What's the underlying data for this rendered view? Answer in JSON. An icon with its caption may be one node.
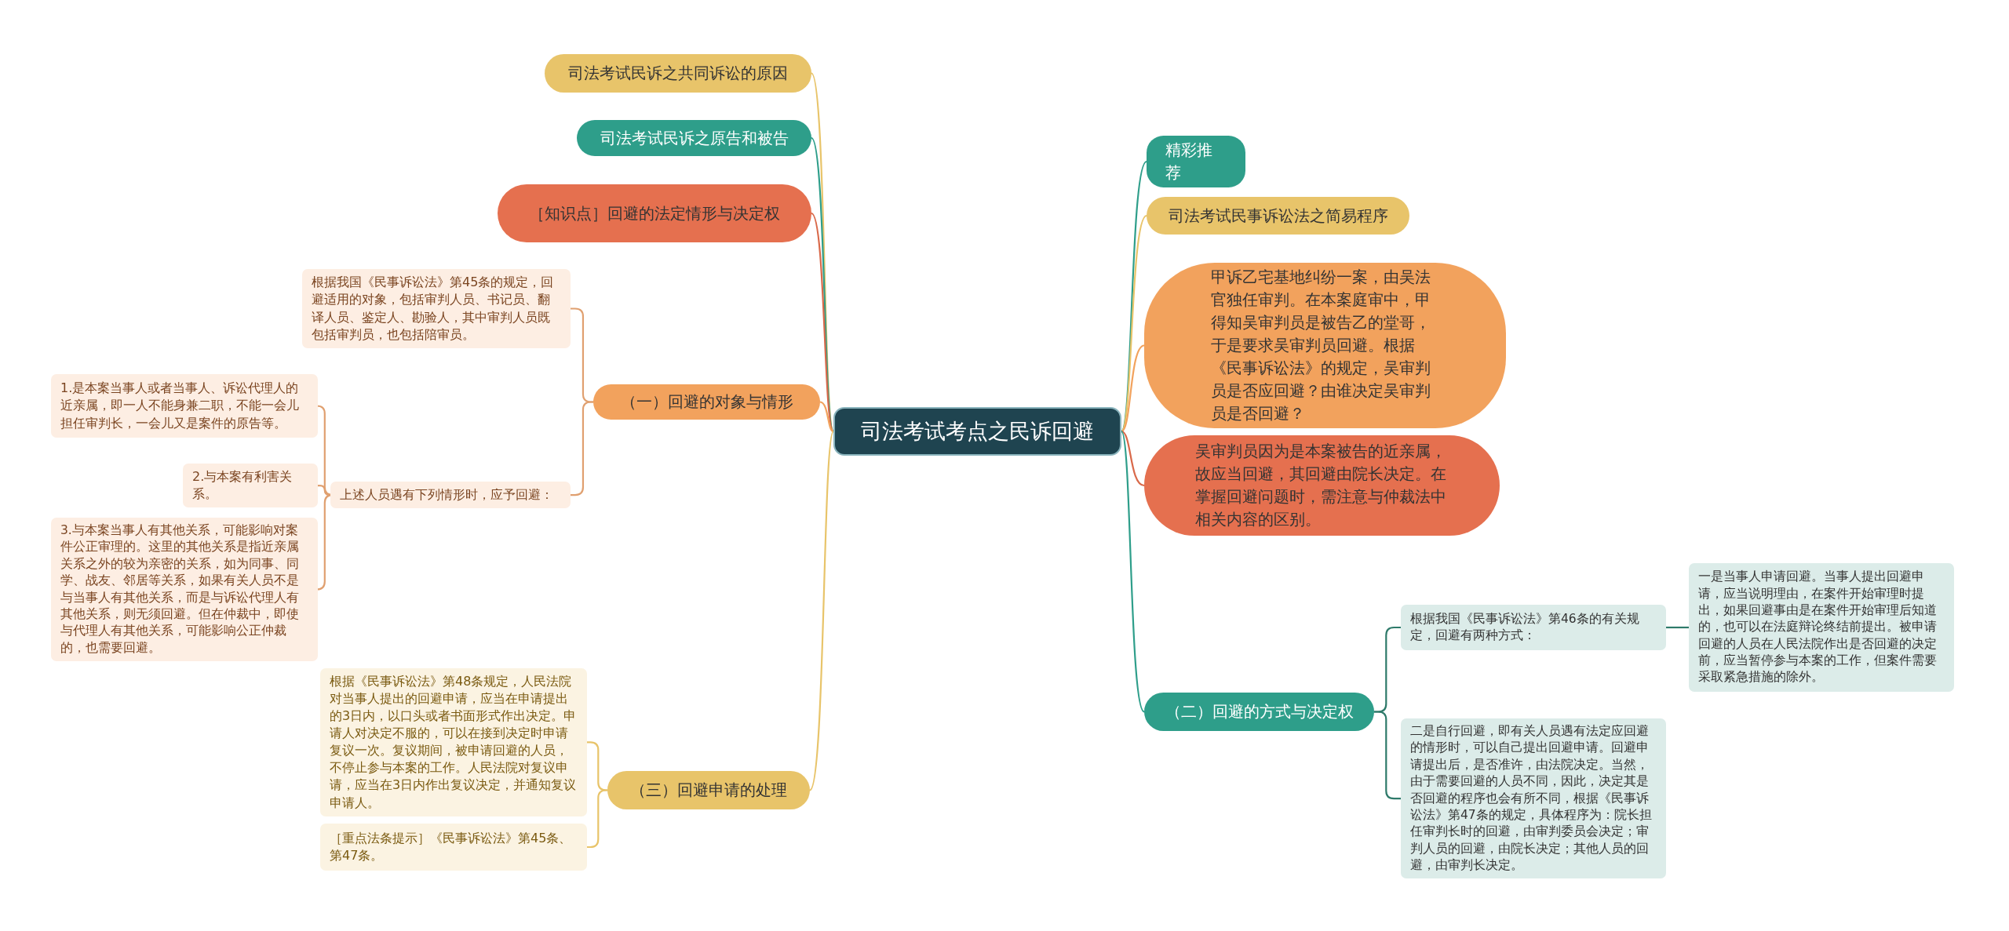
{
  "diagram": {
    "nodes": [
      {
        "text": [
          "司法考试考点之民诉回避"
        ]
      },
      {
        "text": [
          "司法考试民诉之共同诉讼的原因"
        ]
      },
      {
        "text": [
          "司法考试民诉之原告和被告"
        ]
      },
      {
        "text": [
          "［知识点］回避的法定情形与决定权"
        ]
      },
      {
        "text": [
          "（一）回避的对象与情形"
        ]
      },
      {
        "text": [
          "根据我国《民事诉讼法》第45条的规定，回避适用的对象，包括审判人员、书记员、翻译人员、鉴定人、勘验人，其中审判人员既包括审判员，也包括陪审员。"
        ]
      },
      {
        "text": [
          "上述人员遇有下列情形时，应予回避："
        ]
      },
      {
        "text": [
          "1.是本案当事人或者当事人、诉讼代理人的近亲属，即一人不能身兼二职，不能一会儿担任审判长，一会儿又是案件的原告等。"
        ]
      },
      {
        "text": [
          "2.与本案有利害关系。"
        ]
      },
      {
        "text": [
          "3.与本案当事人有其他关系，可能影响对案件公正审理的。这里的其他关系是指近亲属关系之外的较为亲密的关系，如为同事、同学、战友、邻居等关系，如果有关人员不是与当事人有其他关系，而是与诉讼代理人有其他关系，则无须回避。但在仲裁中，即使与代理人有其他关系，可能影响公正仲裁的，也需要回避。"
        ]
      },
      {
        "text": [
          "（三）回避申请的处理"
        ]
      },
      {
        "text": [
          "根据《民事诉讼法》第48条规定，人民法院对当事人提出的回避申请，应当在申请提出的3日内，以口头或者书面形式作出决定。申请人对决定不服的，可以在接到决定时申请复议一次。复议期间，被申请回避的人员，不停止参与本案的工作。人民法院对复议申请，应当在3日内作出复议决定，并通知复议申请人。"
        ]
      },
      {
        "text": [
          "［重点法条提示］《民事诉讼法》第45条、第47条。"
        ]
      },
      {
        "text": [
          "精彩推荐"
        ]
      },
      {
        "text": [
          "司法考试民事诉讼法之简易程序"
        ]
      },
      {
        "text": [
          "甲诉乙宅基地纠纷一案，由吴法官独任审判。在本案庭审中，甲得知吴审判员是被告乙的堂哥，于是要求吴审判员回避。根据《民事诉讼法》的规定，吴审判员是否应回避？由谁决定吴审判员是否回避？"
        ]
      },
      {
        "text": [
          "吴审判员因为是本案被告的近亲属，故应当回避，其回避由院长决定。在掌握回避问题时，需注意与仲裁法中相关内容的区别。"
        ]
      },
      {
        "text": [
          "（二）回避的方式与决定权"
        ]
      },
      {
        "text": [
          "根据我国《民事诉讼法》第46条的有关规定，回避有两种方式："
        ]
      },
      {
        "text": [
          "二是自行回避，即有关人员遇有法定应回避的情形时，可以自己提出回避申请。回避申请提出后，是否准许，由法院决定。当然，由于需要回避的人员不同，因此，决定其是否回避的程序也会有所不同，根据《民事诉讼法》第47条的规定，具体程序为：院长担任审判长时的回避，由审判委员会决定；审判人员的回避，由院长决定；其他人员的回避，由审判长决定。"
        ]
      },
      {
        "text": [
          "一是当事人申请回避。当事人提出回避申请，应当说明理由，在案件开始审理时提出，如果回避事由是在案件开始审理后知道的，也可以在法庭辩论终结前提出。被申请回避的人员在人民法院作出是否回避的决定前，应当暂停参与本案的工作，但案件需要采取紧急措施的除外。"
        ]
      }
    ],
    "edges": [
      {
        "from": 0,
        "to": 1,
        "arrow": "none",
        "color": "#e8c46a"
      },
      {
        "from": 0,
        "to": 2,
        "arrow": "none",
        "color": "#2e9e8a"
      },
      {
        "from": 0,
        "to": 3,
        "arrow": "none",
        "color": "#d9694a"
      },
      {
        "from": 0,
        "to": 4,
        "arrow": "none",
        "color": "#f2a25d"
      },
      {
        "from": 4,
        "to": 5,
        "arrow": "none",
        "color": "#e0a070"
      },
      {
        "from": 4,
        "to": 6,
        "arrow": "none",
        "color": "#e0a070"
      },
      {
        "from": 6,
        "to": 7,
        "arrow": "none",
        "color": "#e0a070"
      },
      {
        "from": 6,
        "to": 8,
        "arrow": "none",
        "color": "#e0a070"
      },
      {
        "from": 6,
        "to": 9,
        "arrow": "none",
        "color": "#e0a070"
      },
      {
        "from": 0,
        "to": 10,
        "arrow": "none",
        "color": "#e8c46a"
      },
      {
        "from": 10,
        "to": 11,
        "arrow": "none",
        "color": "#e8c46a"
      },
      {
        "from": 10,
        "to": 12,
        "arrow": "none",
        "color": "#e8c46a"
      },
      {
        "from": 0,
        "to": 13,
        "arrow": "none",
        "color": "#2e9e8a"
      },
      {
        "from": 0,
        "to": 14,
        "arrow": "none",
        "color": "#e8c46a"
      },
      {
        "from": 0,
        "to": 15,
        "arrow": "none",
        "color": "#f2a25d"
      },
      {
        "from": 0,
        "to": 16,
        "arrow": "none",
        "color": "#d9694a"
      },
      {
        "from": 0,
        "to": 17,
        "arrow": "none",
        "color": "#2e9e8a"
      },
      {
        "from": 17,
        "to": 18,
        "arrow": "none",
        "color": "#2e7a6a"
      },
      {
        "from": 17,
        "to": 19,
        "arrow": "none",
        "color": "#2e7a6a"
      },
      {
        "from": 18,
        "to": 20,
        "arrow": "none",
        "color": "#2e7a6a"
      }
    ]
  }
}
